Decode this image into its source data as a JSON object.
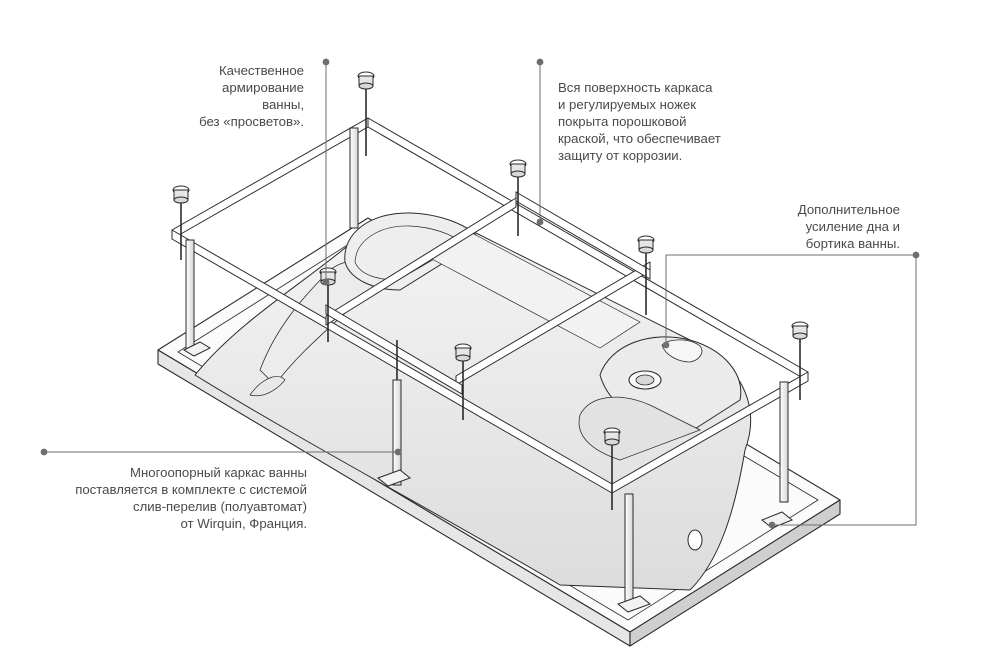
{
  "callouts": {
    "reinforcement": {
      "lines": [
        "Качественное",
        "армирование",
        "ванны,",
        "без «просветов»."
      ]
    },
    "coating": {
      "lines": [
        "Вся поверхность каркаса",
        "и регулируемых ножек",
        "покрыта порошковой",
        "краской, что обеспечивает",
        "защиту от коррозии."
      ]
    },
    "extra_reinforcement": {
      "lines": [
        "Дополнительное",
        "усиление дна и",
        "бортика ванны."
      ]
    },
    "frame": {
      "lines": [
        "Многоопорный каркас ванны",
        "поставляется в комплекте с системой",
        "слив-перелив (полуавтомат)",
        "от Wirquin, Франция."
      ]
    }
  },
  "colors": {
    "line": "#2b2b2b",
    "leader": "#6e6e6e",
    "text": "#4a4a4a"
  }
}
